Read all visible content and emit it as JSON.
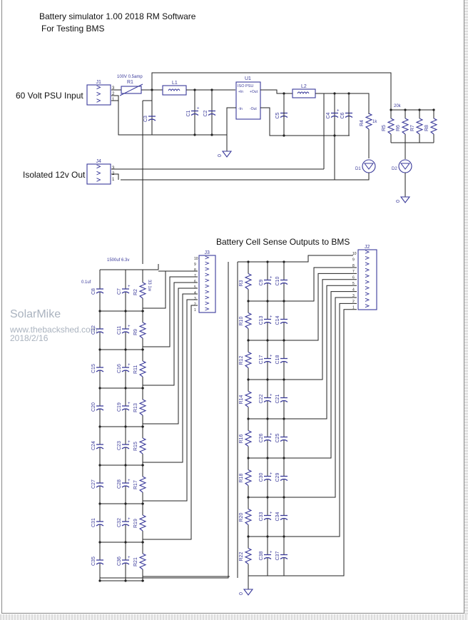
{
  "title": {
    "line1": "Battery simulator 1.00 2018 RM Software",
    "line2": "For Testing BMS"
  },
  "labels": {
    "psu_input": "60 Volt PSU Input",
    "isolated_out": "Isolated 12v Out",
    "sense_outputs": "Battery Cell Sense Outputs to BMS"
  },
  "watermark": {
    "name": "SolarMike",
    "site": "www.thebackshed.com",
    "date": "2018/2/16"
  },
  "colors": {
    "wire": "#222222",
    "component": "#3a3a9a",
    "watermark": "#aab3bf"
  },
  "components": {
    "J1": "J1",
    "J2": "J2",
    "J3": "J3",
    "J4": "J4",
    "R1": "R1",
    "R1_value": "100V 0.5amp",
    "L1": "L1",
    "L2": "L2",
    "U1": "U1",
    "U1_type": "ISO PSU",
    "U1_pins": [
      "+In",
      "+Out",
      "-In",
      "-Out"
    ],
    "C1": "C1",
    "C2": "C2",
    "C3": "C3",
    "C4": "C4",
    "C5": "C5",
    "C6": "C6",
    "R4": "R4",
    "R4_value": "1k",
    "R5": "R5",
    "R5_value": "20k",
    "R6": "R6",
    "R7": "R7",
    "R8": "R8",
    "D1": "D1",
    "D2": "D2",
    "gnd": "0",
    "C7_value": "1500uf 6.3v",
    "C5_value": "0.1uf",
    "R2_value": "33 1w"
  },
  "left_ladder": {
    "rows": [
      {
        "c_a": "C8",
        "c_b": "C7",
        "r": "R2"
      },
      {
        "c_a": "C12",
        "c_b": "C11",
        "r": "R9"
      },
      {
        "c_a": "C15",
        "c_b": "C16",
        "r": "R11"
      },
      {
        "c_a": "C20",
        "c_b": "C19",
        "r": "R13"
      },
      {
        "c_a": "C24",
        "c_b": "C23",
        "r": "R15"
      },
      {
        "c_a": "C27",
        "c_b": "C28",
        "r": "R17"
      },
      {
        "c_a": "C31",
        "c_b": "C32",
        "r": "R19"
      },
      {
        "c_a": "C35",
        "c_b": "C36",
        "r": "R21"
      }
    ]
  },
  "right_ladder": {
    "rows": [
      {
        "r": "R3",
        "c_a": "C9",
        "c_b": "C10"
      },
      {
        "r": "R10",
        "c_a": "C13",
        "c_b": "C14"
      },
      {
        "r": "R12",
        "c_a": "C17",
        "c_b": "C18"
      },
      {
        "r": "R14",
        "c_a": "C22",
        "c_b": "C21"
      },
      {
        "r": "R16",
        "c_a": "C26",
        "c_b": "C25"
      },
      {
        "r": "R18",
        "c_a": "C30",
        "c_b": "C29"
      },
      {
        "r": "R20",
        "c_a": "C33",
        "c_b": "C34"
      },
      {
        "r": "R22",
        "c_a": "C38",
        "c_b": "C37"
      }
    ]
  },
  "connector_pins": {
    "J3": [
      "10",
      "9",
      "8",
      "7",
      "6",
      "5",
      "4",
      "3",
      "2",
      "1"
    ],
    "J2": [
      "10",
      "9",
      "8",
      "7",
      "6",
      "5",
      "4",
      "3",
      "2",
      "1"
    ],
    "J1": [
      "3",
      "2",
      "1"
    ],
    "J4": [
      "3",
      "2",
      "1"
    ]
  }
}
